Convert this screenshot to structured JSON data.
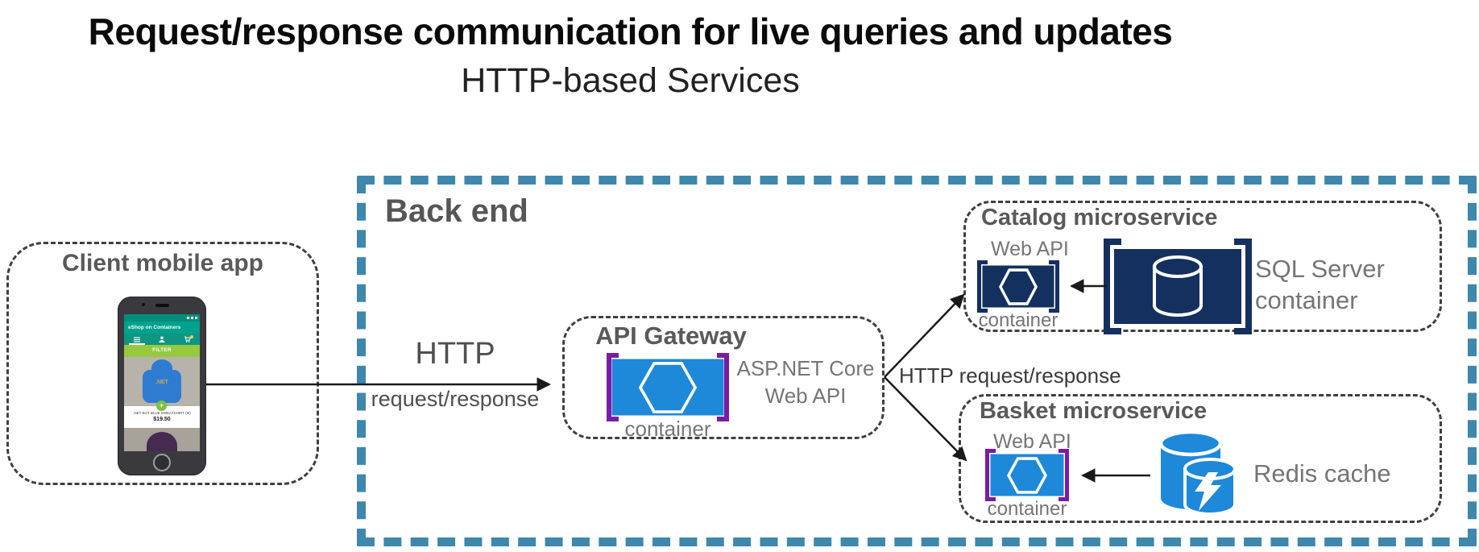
{
  "page": {
    "title": "Request/response communication for live queries and updates",
    "subtitle": "HTTP-based Services"
  },
  "client": {
    "label": "Client mobile app",
    "phone": {
      "app_title": "eShop on Containers",
      "filter_label": "FILTER",
      "shirt_logo": ".NET",
      "product_name": ".NET BOT BLUE SWEATSHIRT (M)",
      "product_price": "$19.50",
      "plus_label": "+"
    }
  },
  "backend": {
    "label": "Back end"
  },
  "arrows": {
    "client_to_gateway": {
      "label_top": "HTTP",
      "label_bottom": "request/response"
    },
    "gateway_fanout": {
      "label": "HTTP request/response"
    }
  },
  "api_gateway": {
    "title": "API Gateway",
    "container_label": "container",
    "tech_line1": "ASP.NET Core",
    "tech_line2": "Web API"
  },
  "catalog": {
    "title": "Catalog microservice",
    "web_api_label": "Web API",
    "container_label": "container",
    "db_line1": "SQL Server",
    "db_line2": "container"
  },
  "basket": {
    "title": "Basket microservice",
    "web_api_label": "Web API",
    "container_label": "container",
    "cache_label": "Redis cache"
  },
  "icons": {
    "container": "container-icon (blue rectangle, white hexagon, purple brackets)",
    "container_navy": "container-icon (navy rectangle, white hexagon, navy brackets)",
    "sql_server": "database-cylinder-icon in navy container brackets",
    "redis": "stacked-cylinders-with-lightning-bolt-icon"
  },
  "colors": {
    "backend_border": "#3e87ad",
    "box_dash_gray": "#3f3f3f",
    "container_blue": "#1e88d9",
    "bracket_purple": "#7a1ba8",
    "navy": "#14305f",
    "heading_gray": "#595959",
    "label_gray": "#757575",
    "phone_teal": "#00a18d",
    "phone_green": "#96c93d"
  }
}
